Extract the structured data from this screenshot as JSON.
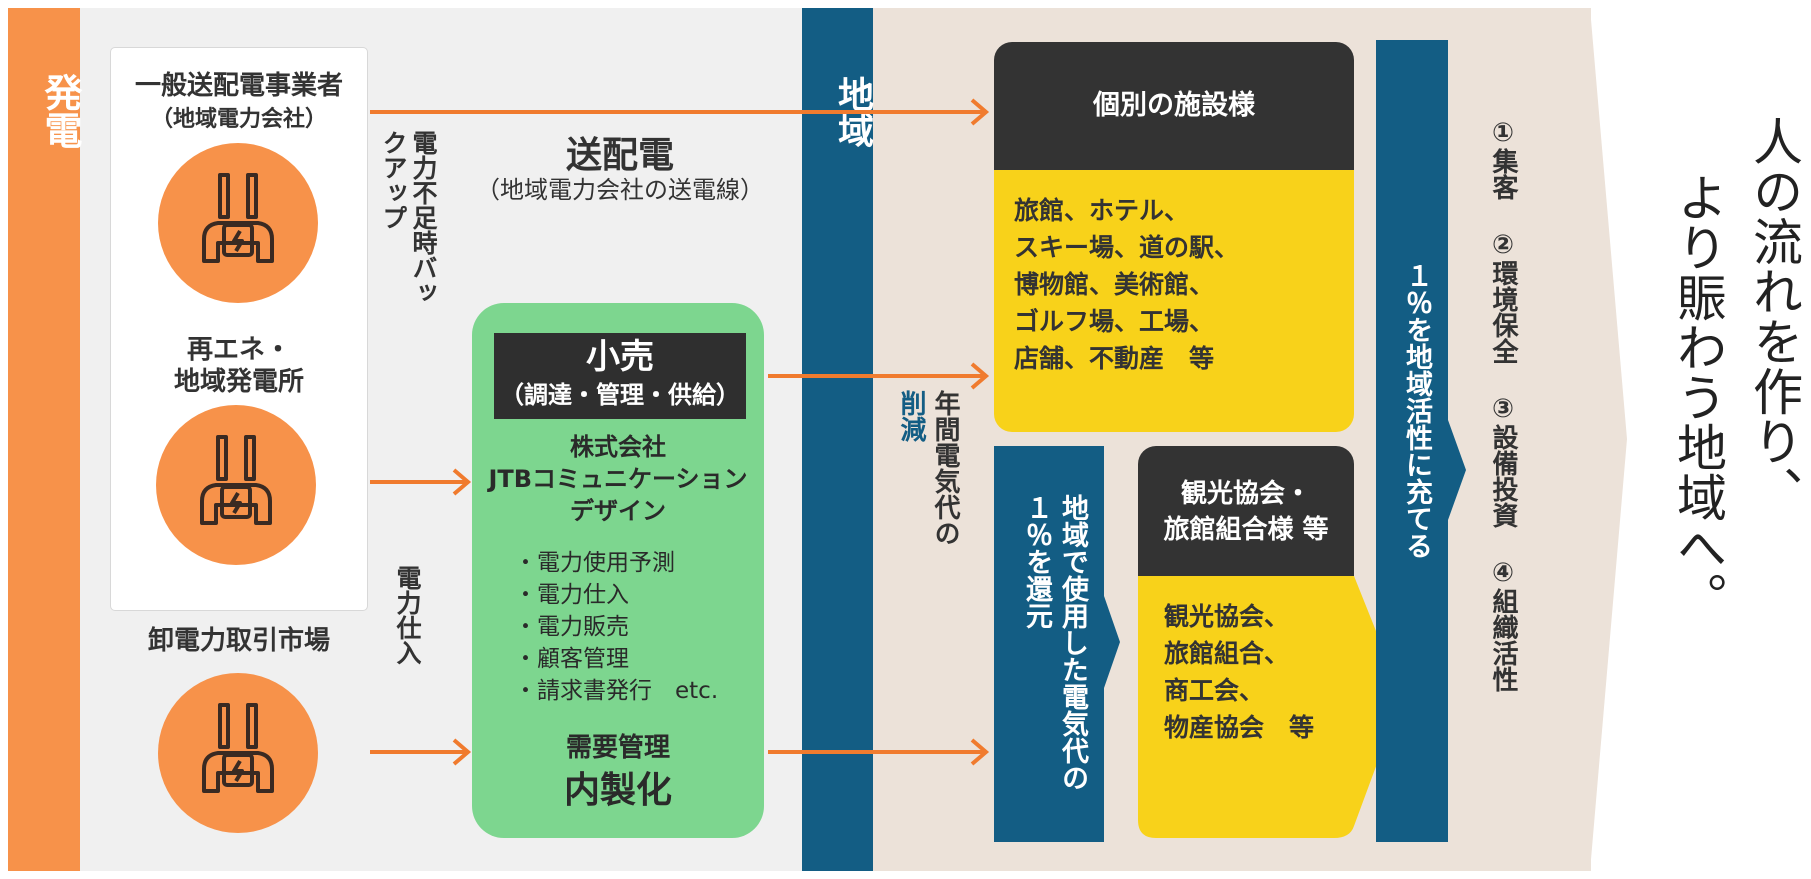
{
  "generation": {
    "label": "発電"
  },
  "region": {
    "label": "地域"
  },
  "sources": {
    "utility": {
      "line1": "一般送配電事業者",
      "line2": "（地域電力会社）"
    },
    "renewable": {
      "line1": "再エネ・",
      "line2": "地域発電所"
    },
    "wholesale": {
      "label": "卸電力取引市場"
    }
  },
  "transmission": {
    "title": "送配電",
    "subtitle": "（地域電力会社の送電線）"
  },
  "backup_label": "電力不足時バックアップ",
  "procurement_label": "電力仕入",
  "retail": {
    "title": "小売",
    "subtitle": "（調達・管理・供給）",
    "company": [
      "株式会社",
      "JTBコミュニケーション",
      "デザイン"
    ],
    "tasks": [
      "・電力使用予測",
      "・電力仕入",
      "・電力販売",
      "・顧客管理",
      "・請求書発行　etc."
    ],
    "demand_line1": "需要管理",
    "demand_line2": "内製化"
  },
  "reduction": {
    "main": "年間電気代の",
    "accent": "削減"
  },
  "facilities": {
    "header": "個別の施設様",
    "items": [
      "旅館、ホテル、",
      "スキー場、道の駅、",
      "博物館、美術館、",
      "ゴルフ場、工場、",
      "店舗、不動産　等"
    ]
  },
  "return_label": "地域で使用した電気代の１％を還元",
  "associations": {
    "header_line1": "観光協会・",
    "header_line2": "旅館組合様 等",
    "items": [
      "観光協会、",
      "旅館組合、",
      "商工会、",
      "物産協会　等"
    ]
  },
  "one_percent_label": "１％を地域活性に充てる",
  "effects_label": "①集客 ②環境保全 ③設備投資 ④組織活性",
  "slogan": {
    "line1": "人の流れを作り、",
    "line2": "より賑わう地域へ。"
  },
  "colors": {
    "orange": "#f7924a",
    "navy": "#135d84",
    "green": "#7dd68f",
    "yellow": "#f8d21a",
    "dark": "#333333"
  }
}
